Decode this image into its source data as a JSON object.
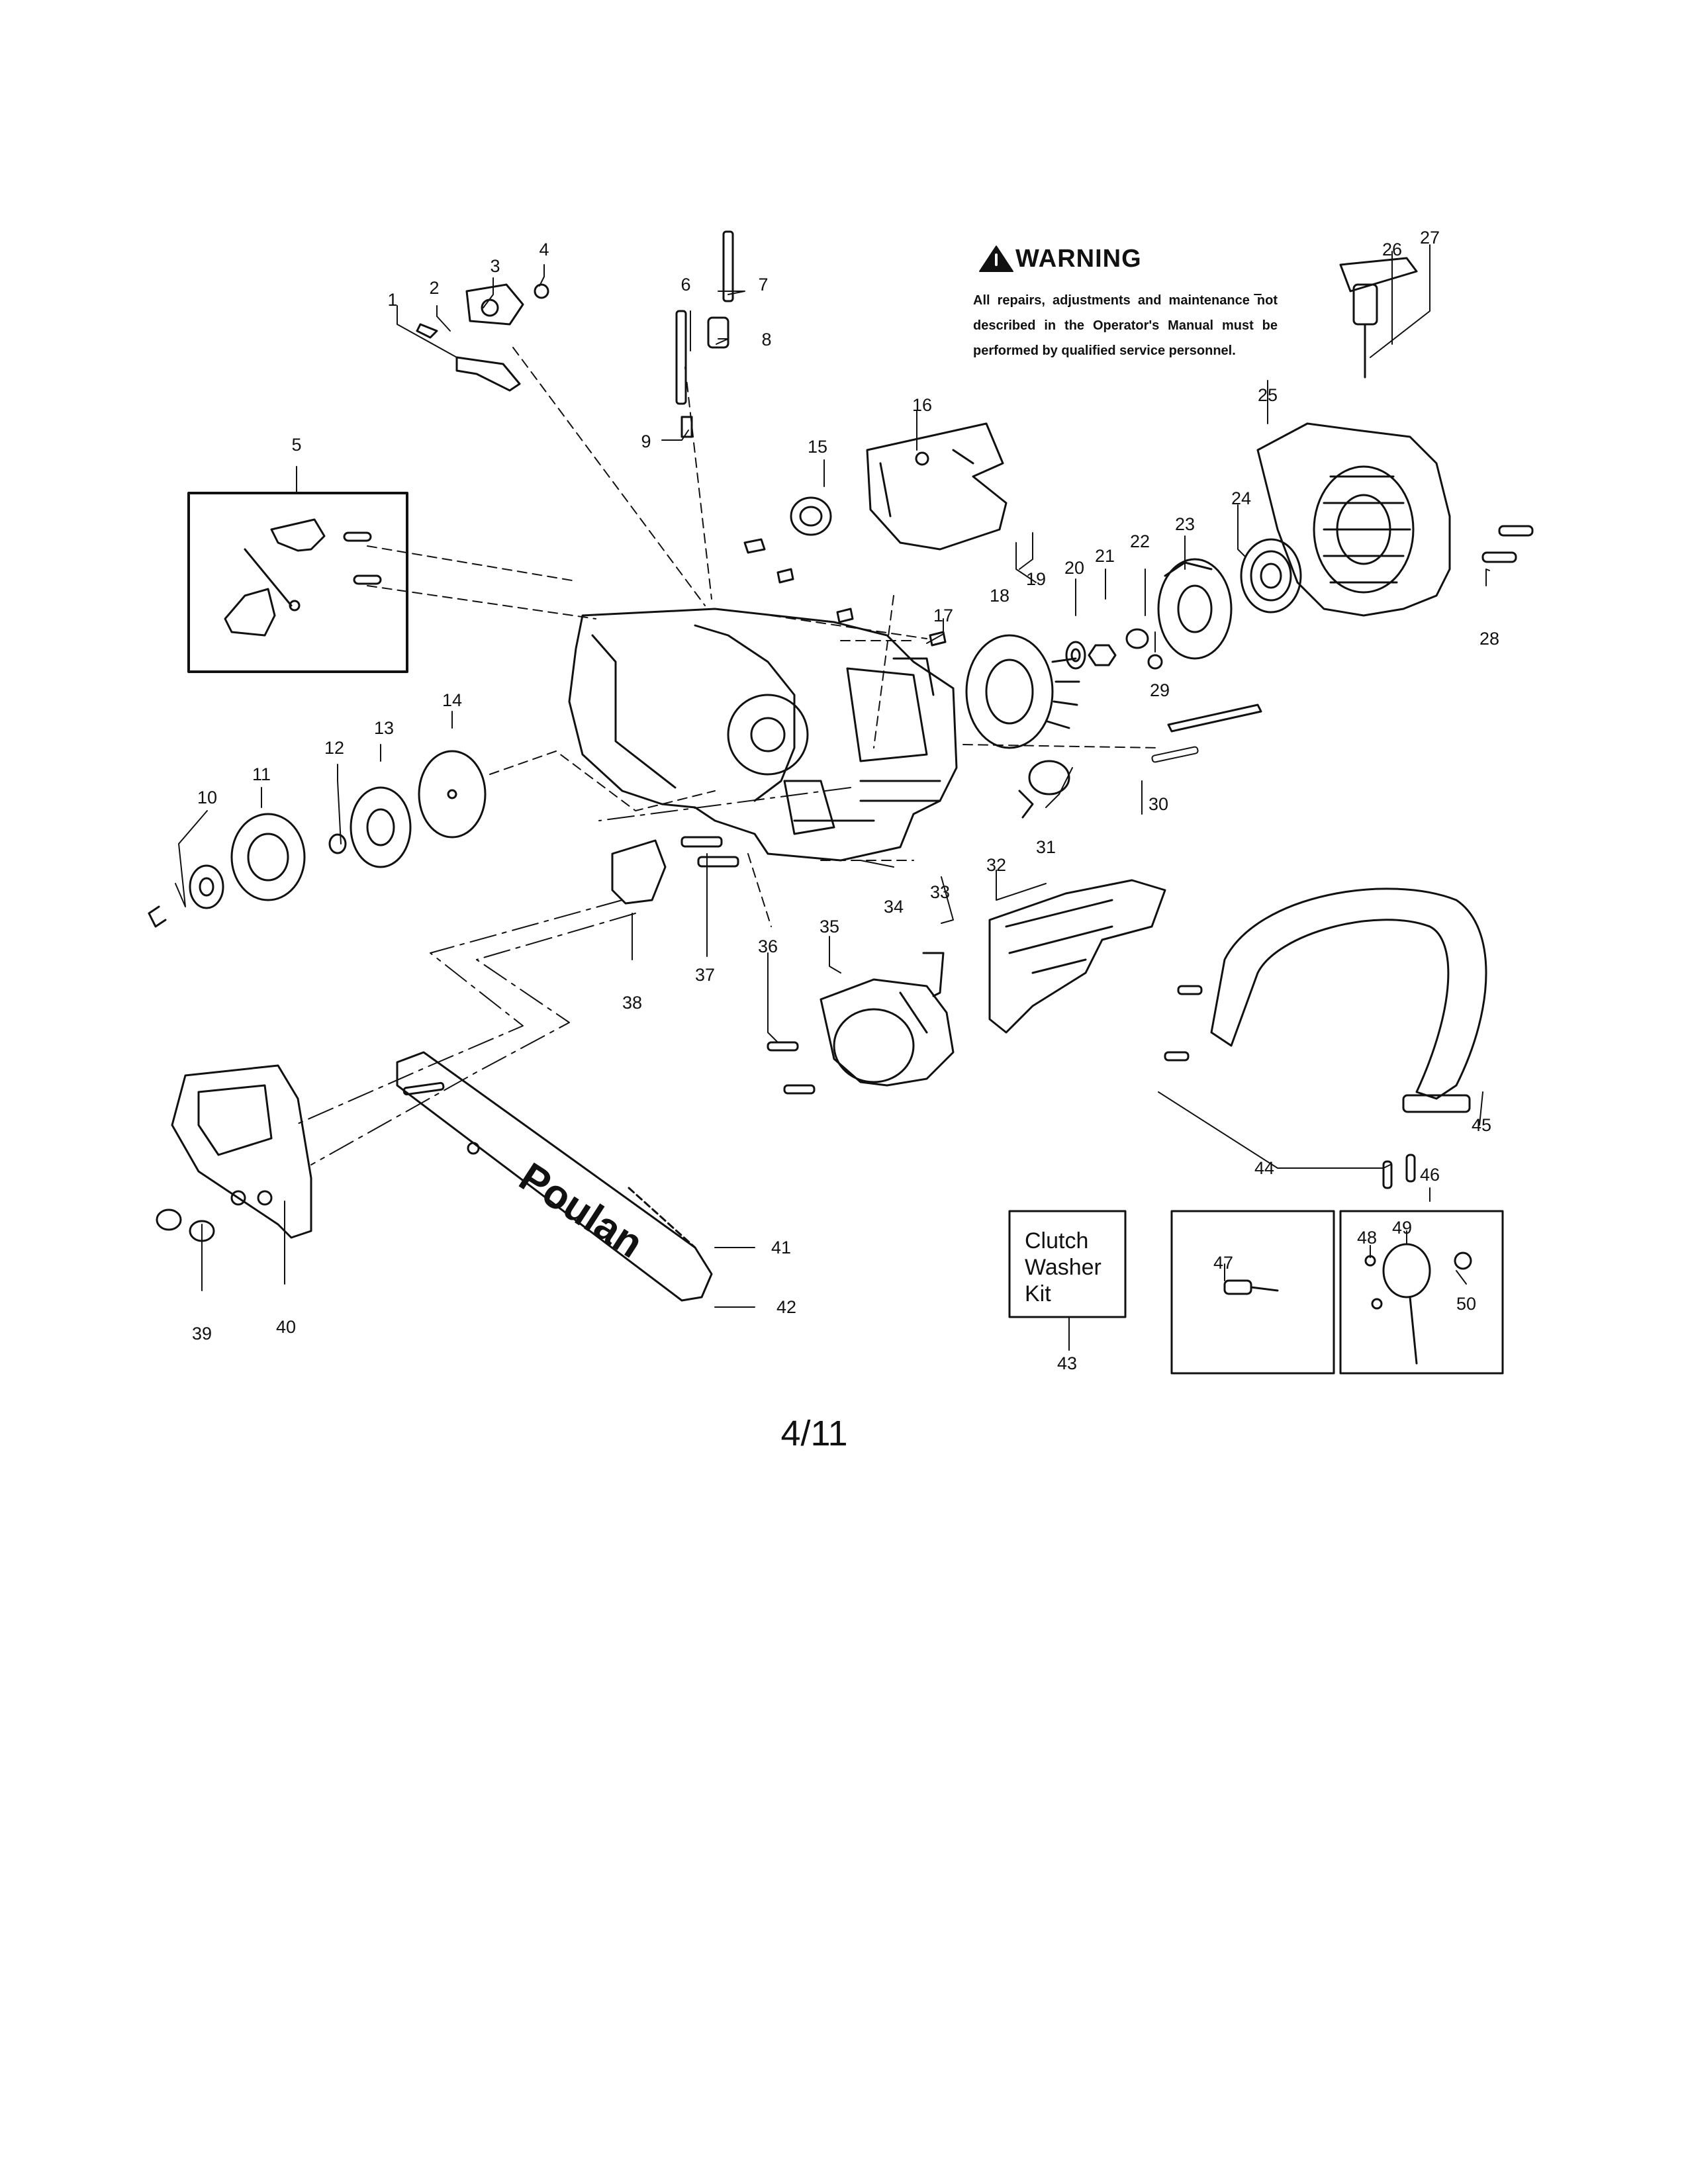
{
  "warning": {
    "title": "WARNING",
    "body": "All repairs, adjustments and maintenance not described in the Operator's Manual must be performed by qualified service personnel."
  },
  "callouts": [
    "1",
    "2",
    "3",
    "4",
    "5",
    "6",
    "7",
    "8",
    "9",
    "10",
    "11",
    "12",
    "13",
    "14",
    "15",
    "16",
    "17",
    "18",
    "19",
    "20",
    "21",
    "22",
    "23",
    "24",
    "25",
    "26",
    "27",
    "28",
    "29",
    "30",
    "31",
    "32",
    "33",
    "34",
    "35",
    "36",
    "37",
    "38",
    "39",
    "40",
    "41",
    "42",
    "43",
    "44",
    "45",
    "46",
    "47",
    "48",
    "49",
    "50"
  ],
  "kit_label": "Clutch Washer Kit",
  "bar_brand": "Poulan",
  "page_number": "4/11"
}
